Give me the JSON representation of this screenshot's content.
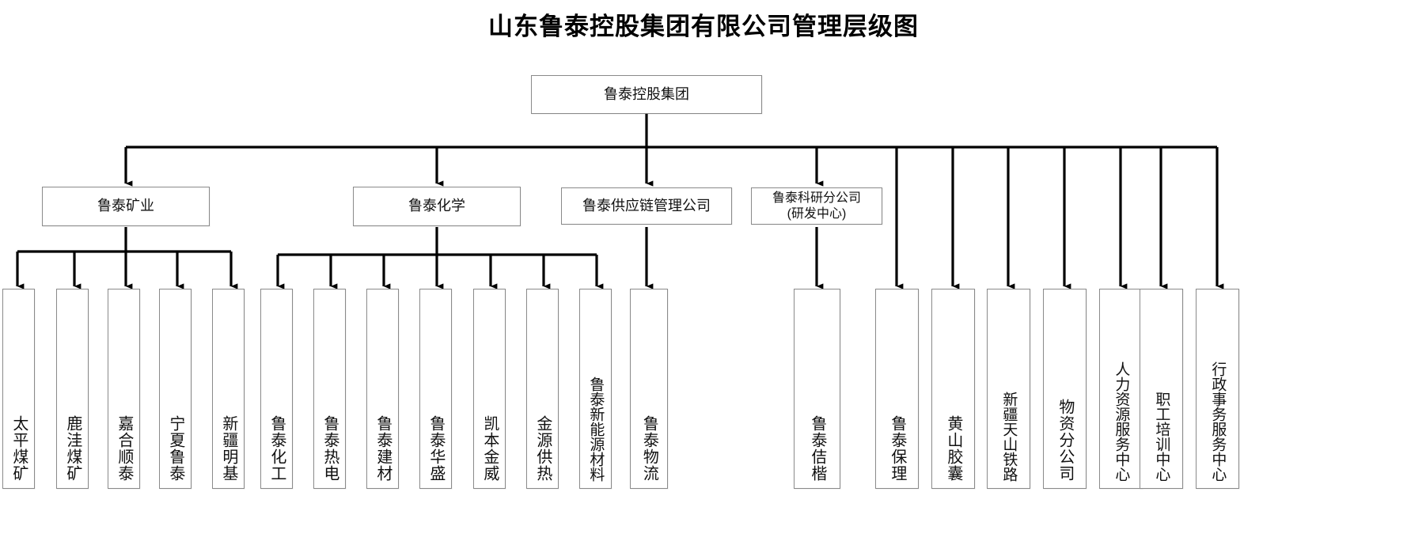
{
  "title": "山东鲁泰控股集团有限公司管理层级图",
  "diagram": {
    "type": "organization-chart",
    "orientation": "top-down",
    "box_fill": "#ffffff",
    "box_border": "#8a8a8a",
    "connector_color": "#000000",
    "root": {
      "label": "鲁泰控股集团"
    },
    "level2": [
      {
        "label": "鲁泰矿业"
      },
      {
        "label": "鲁泰化学"
      },
      {
        "label": "鲁泰供应链管理公司"
      },
      {
        "label": "鲁泰科研分公司",
        "label2": "(研发中心)"
      }
    ],
    "mining_children": [
      {
        "label": "太平煤矿"
      },
      {
        "label": "鹿洼煤矿"
      },
      {
        "label": "嘉合顺泰"
      },
      {
        "label": "宁夏鲁泰"
      },
      {
        "label": "新疆明基"
      }
    ],
    "chemical_children": [
      {
        "label": "鲁泰化工"
      },
      {
        "label": "鲁泰热电"
      },
      {
        "label": "鲁泰建材"
      },
      {
        "label": "鲁泰华盛"
      },
      {
        "label": "凯本金威"
      },
      {
        "label": "金源供热"
      },
      {
        "label": "鲁泰新能源材料"
      }
    ],
    "supplychain_children": [
      {
        "label": "鲁泰物流"
      }
    ],
    "research_children": [
      {
        "label": "鲁泰佶楷"
      }
    ],
    "direct_children": [
      {
        "label": "鲁泰保理"
      },
      {
        "label": "黄山胶囊"
      },
      {
        "label": "新疆天山铁路"
      },
      {
        "label": "物资分公司"
      },
      {
        "label": "人力资源服务中心"
      },
      {
        "label": "职工培训中心"
      },
      {
        "label": "行政事务服务中心"
      }
    ]
  }
}
